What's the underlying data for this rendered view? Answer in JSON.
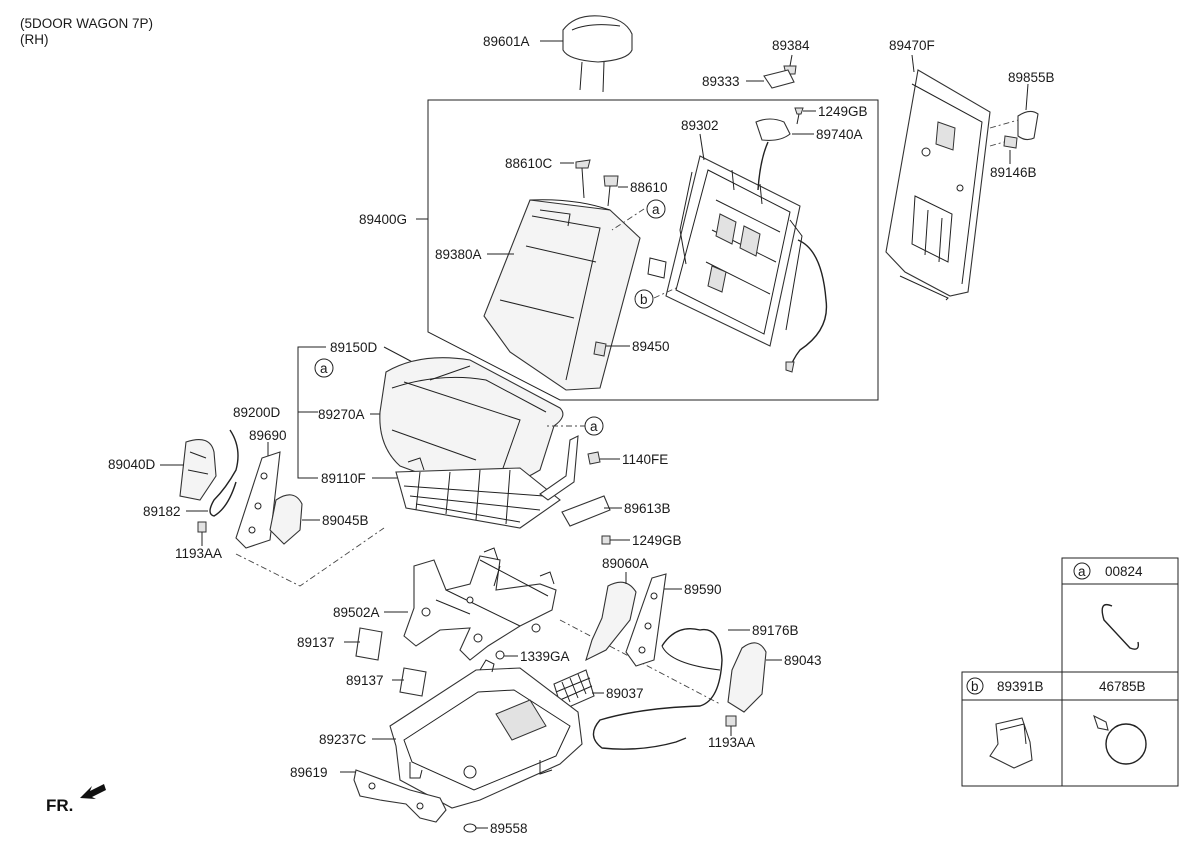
{
  "header": {
    "line1": "(5DOOR WAGON 7P)",
    "line2": "(RH)"
  },
  "labels": {
    "p89601A": "89601A",
    "p89384": "89384",
    "p89333": "89333",
    "p89470F": "89470F",
    "p89855B": "89855B",
    "p1249GB_top": "1249GB",
    "p89302": "89302",
    "p89740A": "89740A",
    "p88610C": "88610C",
    "p88610": "88610",
    "p89146B": "89146B",
    "p89400G": "89400G",
    "p89380A": "89380A",
    "p89450": "89450",
    "p89150D": "89150D",
    "p89200D": "89200D",
    "p89270A": "89270A",
    "p89690": "89690",
    "p89040D": "89040D",
    "p1140FE": "1140FE",
    "p89110F": "89110F",
    "p89613B": "89613B",
    "p89182": "89182",
    "p89045B": "89045B",
    "p1249GB_bot": "1249GB",
    "p1193AA_left": "1193AA",
    "p89060A": "89060A",
    "p89590": "89590",
    "p89502A": "89502A",
    "p89176B": "89176B",
    "p89137_a": "89137",
    "p1339GA": "1339GA",
    "p89043": "89043",
    "p89137_b": "89137",
    "p89037": "89037",
    "p89237C": "89237C",
    "p1193AA_right": "1193AA",
    "p89619": "89619",
    "p89558": "89558"
  },
  "callouts": {
    "a": "a",
    "b": "b"
  },
  "legend": {
    "row_a": {
      "letter": "a",
      "part": "00824"
    },
    "row_b": {
      "letter": "b",
      "part1": "89391B",
      "part2": "46785B"
    }
  },
  "fr_mark": "FR."
}
